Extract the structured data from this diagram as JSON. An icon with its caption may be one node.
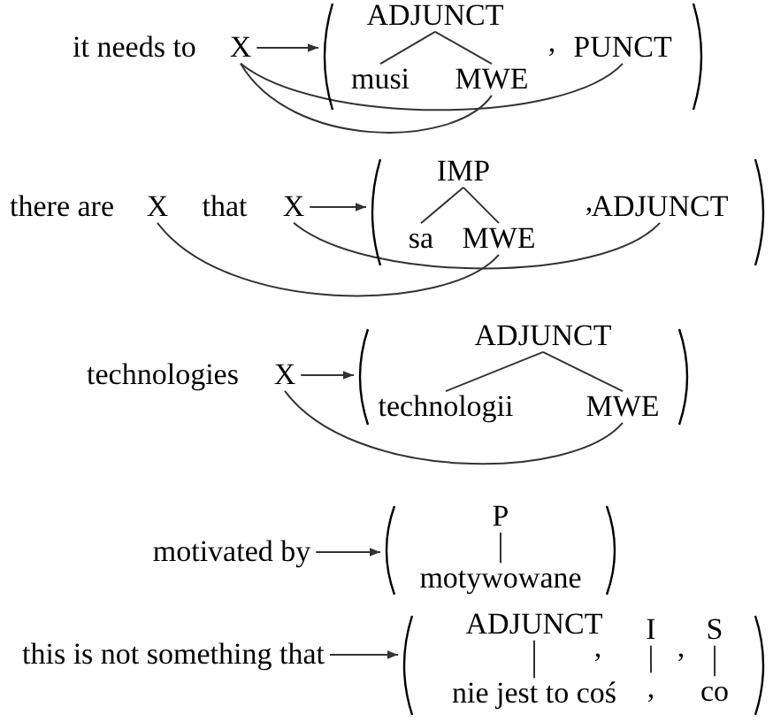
{
  "diagram": {
    "nodes": [
      {
        "text": [
          "it needs to"
        ]
      },
      {
        "text": [
          "X"
        ]
      },
      {
        "text": [],
        "shape": "parentheses"
      },
      {
        "text": [
          "ADJUNCT"
        ],
        "in": 2
      },
      {
        "text": [
          "musi"
        ],
        "in": 2
      },
      {
        "text": [
          "MWE"
        ],
        "in": 2
      },
      {
        "text": [
          "PUNCT"
        ],
        "in": 2
      },
      {
        "text": [
          "there are"
        ]
      },
      {
        "text": [
          "X"
        ]
      },
      {
        "text": [
          "that"
        ]
      },
      {
        "text": [
          "X"
        ]
      },
      {
        "text": [],
        "shape": "parentheses"
      },
      {
        "text": [
          "IMP"
        ],
        "in": 11
      },
      {
        "text": [
          "sa"
        ],
        "in": 11
      },
      {
        "text": [
          "MWE"
        ],
        "in": 11
      },
      {
        "text": [
          "ADJUNCT"
        ],
        "in": 11
      },
      {
        "text": [
          "technologies"
        ]
      },
      {
        "text": [
          "X"
        ]
      },
      {
        "text": [],
        "shape": "parentheses"
      },
      {
        "text": [
          "ADJUNCT"
        ],
        "in": 18
      },
      {
        "text": [
          "technologii"
        ],
        "in": 18
      },
      {
        "text": [
          "MWE"
        ],
        "in": 18
      },
      {
        "text": [
          "motivated by"
        ]
      },
      {
        "text": [],
        "shape": "parentheses"
      },
      {
        "text": [
          "P"
        ],
        "in": 23
      },
      {
        "text": [
          "motywowane"
        ],
        "in": 23
      },
      {
        "text": [
          "this is not something that"
        ]
      },
      {
        "text": [],
        "shape": "parentheses"
      },
      {
        "text": [
          "ADJUNCT"
        ],
        "in": 27
      },
      {
        "text": [
          "nie jest to coś"
        ],
        "in": 27
      },
      {
        "text": [
          "I"
        ],
        "in": 27
      },
      {
        "text": [
          ","
        ],
        "in": 27
      },
      {
        "text": [
          "S"
        ],
        "in": 27
      },
      {
        "text": [
          "co"
        ],
        "in": 27
      }
    ],
    "edges": [
      {
        "from": 1,
        "to": 2,
        "arrow": "to"
      },
      {
        "from": 3,
        "to": 4,
        "arrow": "none"
      },
      {
        "from": 3,
        "to": 5,
        "arrow": "none"
      },
      {
        "from": 1,
        "to": 5,
        "arrow": "none"
      },
      {
        "from": 1,
        "to": 6,
        "arrow": "none"
      },
      {
        "from": 10,
        "to": 11,
        "arrow": "to"
      },
      {
        "from": 12,
        "to": 13,
        "arrow": "none"
      },
      {
        "from": 12,
        "to": 14,
        "arrow": "none"
      },
      {
        "from": 8,
        "to": 14,
        "arrow": "none"
      },
      {
        "from": 10,
        "to": 15,
        "arrow": "none"
      },
      {
        "from": 17,
        "to": 18,
        "arrow": "to"
      },
      {
        "from": 19,
        "to": 20,
        "arrow": "none"
      },
      {
        "from": 19,
        "to": 21,
        "arrow": "none"
      },
      {
        "from": 17,
        "to": 21,
        "arrow": "none"
      },
      {
        "from": 22,
        "to": 23,
        "arrow": "to"
      },
      {
        "from": 24,
        "to": 25,
        "arrow": "none"
      },
      {
        "from": 26,
        "to": 27,
        "arrow": "to"
      },
      {
        "from": 28,
        "to": 29,
        "arrow": "none"
      },
      {
        "from": 30,
        "to": 31,
        "arrow": "none"
      },
      {
        "from": 32,
        "to": 33,
        "arrow": "none"
      }
    ],
    "labels": [
      ",",
      ",",
      ",",
      ","
    ]
  }
}
